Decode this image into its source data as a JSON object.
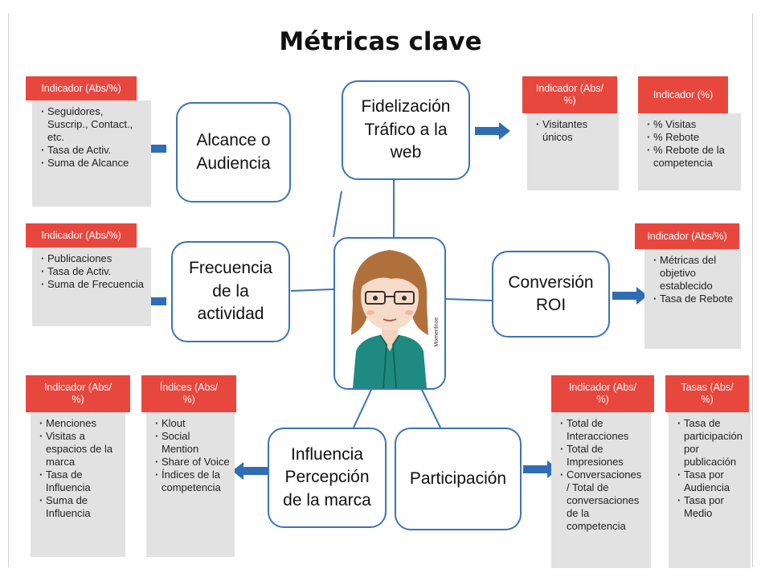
{
  "title": "Métricas clave",
  "nodes": {
    "alcance": "Alcance o\nAudiencia",
    "fidelizacion": "Fidelización\nTráfico a la\nweb",
    "frecuencia": "Frecuencia\nde la\nactividad",
    "conversion": "Conversión\nROI",
    "influencia": "Influencia\nPercepción\nde la marca",
    "participacion": "Participación"
  },
  "avatar_watermark": "Momentrice",
  "panels": {
    "alcance_ind": {
      "header": "Indicador (Abs/%)",
      "items": [
        "Seguidores, Suscrip., Contact., etc.",
        "Tasa de Activ.",
        "Suma de Alcance"
      ]
    },
    "fidel_ind1": {
      "header": "Indicador (Abs/\n%)",
      "items": [
        "Visitantes únicos"
      ]
    },
    "fidel_ind2": {
      "header": "Indicador (%)",
      "items": [
        "% Visitas",
        "% Rebote",
        "% Rebote de la competencia"
      ]
    },
    "frecuencia_ind": {
      "header": "Indicador (Abs/%)",
      "items": [
        "Publicaciones",
        "Tasa de Activ.",
        "Suma de Frecuencia"
      ]
    },
    "conversion_ind": {
      "header": "Indicador (Abs/%)",
      "items": [
        "Métricas del objetivo establecido",
        "Tasa de Rebote"
      ]
    },
    "influencia_ind": {
      "header": "Indicador (Abs/\n%)",
      "items": [
        "Menciones",
        "Visitas a espacios de la marca",
        "Tasa de Influencia",
        "Suma de Influencia"
      ]
    },
    "influencia_idx": {
      "header": "Índices (Abs/\n%)",
      "items": [
        "Klout",
        "Social Mention",
        "Share of Voice",
        "Índices de la competencia"
      ]
    },
    "particip_ind": {
      "header": "Indicador (Abs/\n%)",
      "items": [
        "Total de Interacciones",
        "Total de Impresiones",
        "Conversaciones / Total de conversaciones de la competencia"
      ]
    },
    "particip_tasas": {
      "header": "Tasas (Abs/\n%)",
      "items": [
        "Tasa de participación por publicación",
        "Tasa por Audiencia",
        "Tasa por Medio"
      ]
    }
  },
  "colors": {
    "node_border": "#3d74b6",
    "arrow": "#2f6db5",
    "header_red": "#e8473e",
    "panel_gray": "#e2e2e2"
  }
}
